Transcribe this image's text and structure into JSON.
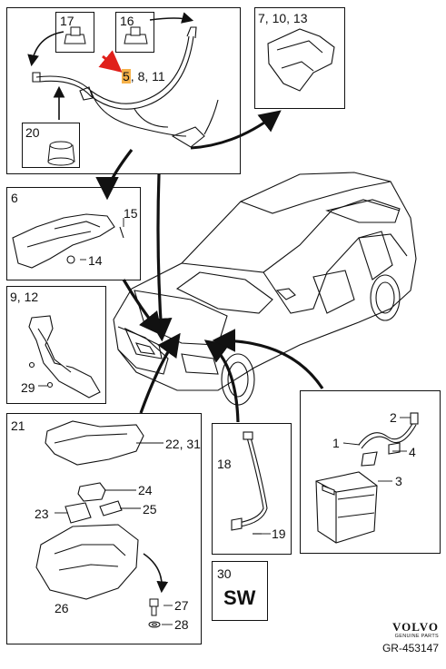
{
  "callouts": {
    "top": {
      "box17": "17",
      "box16": "16",
      "ref_highlight": "5",
      "ref_rest": ", 8, 11",
      "box20": "20"
    },
    "p7": "7, 10, 13",
    "p6": {
      "title": "6",
      "n15": "15",
      "n14": "14"
    },
    "p9": {
      "title": "9, 12",
      "n29": "29"
    },
    "p21": {
      "title": "21",
      "n22": "22, 31",
      "n24": "24",
      "n23": "23",
      "n25": "25",
      "n26": "26",
      "n27": "27",
      "n28": "28"
    },
    "p18": {
      "title": "18",
      "n19": "19"
    },
    "pbat": {
      "n2": "2",
      "n1": "1",
      "n4": "4",
      "n3": "3"
    },
    "p30": {
      "title": "30",
      "code": "SW"
    }
  },
  "brand": {
    "logo": "VOLVO",
    "sub": "GENUINE PARTS",
    "ref": "GR-453147"
  },
  "colors": {
    "highlight": "#f6b24a",
    "arrow_red": "#e0201b",
    "line": "#111111"
  }
}
